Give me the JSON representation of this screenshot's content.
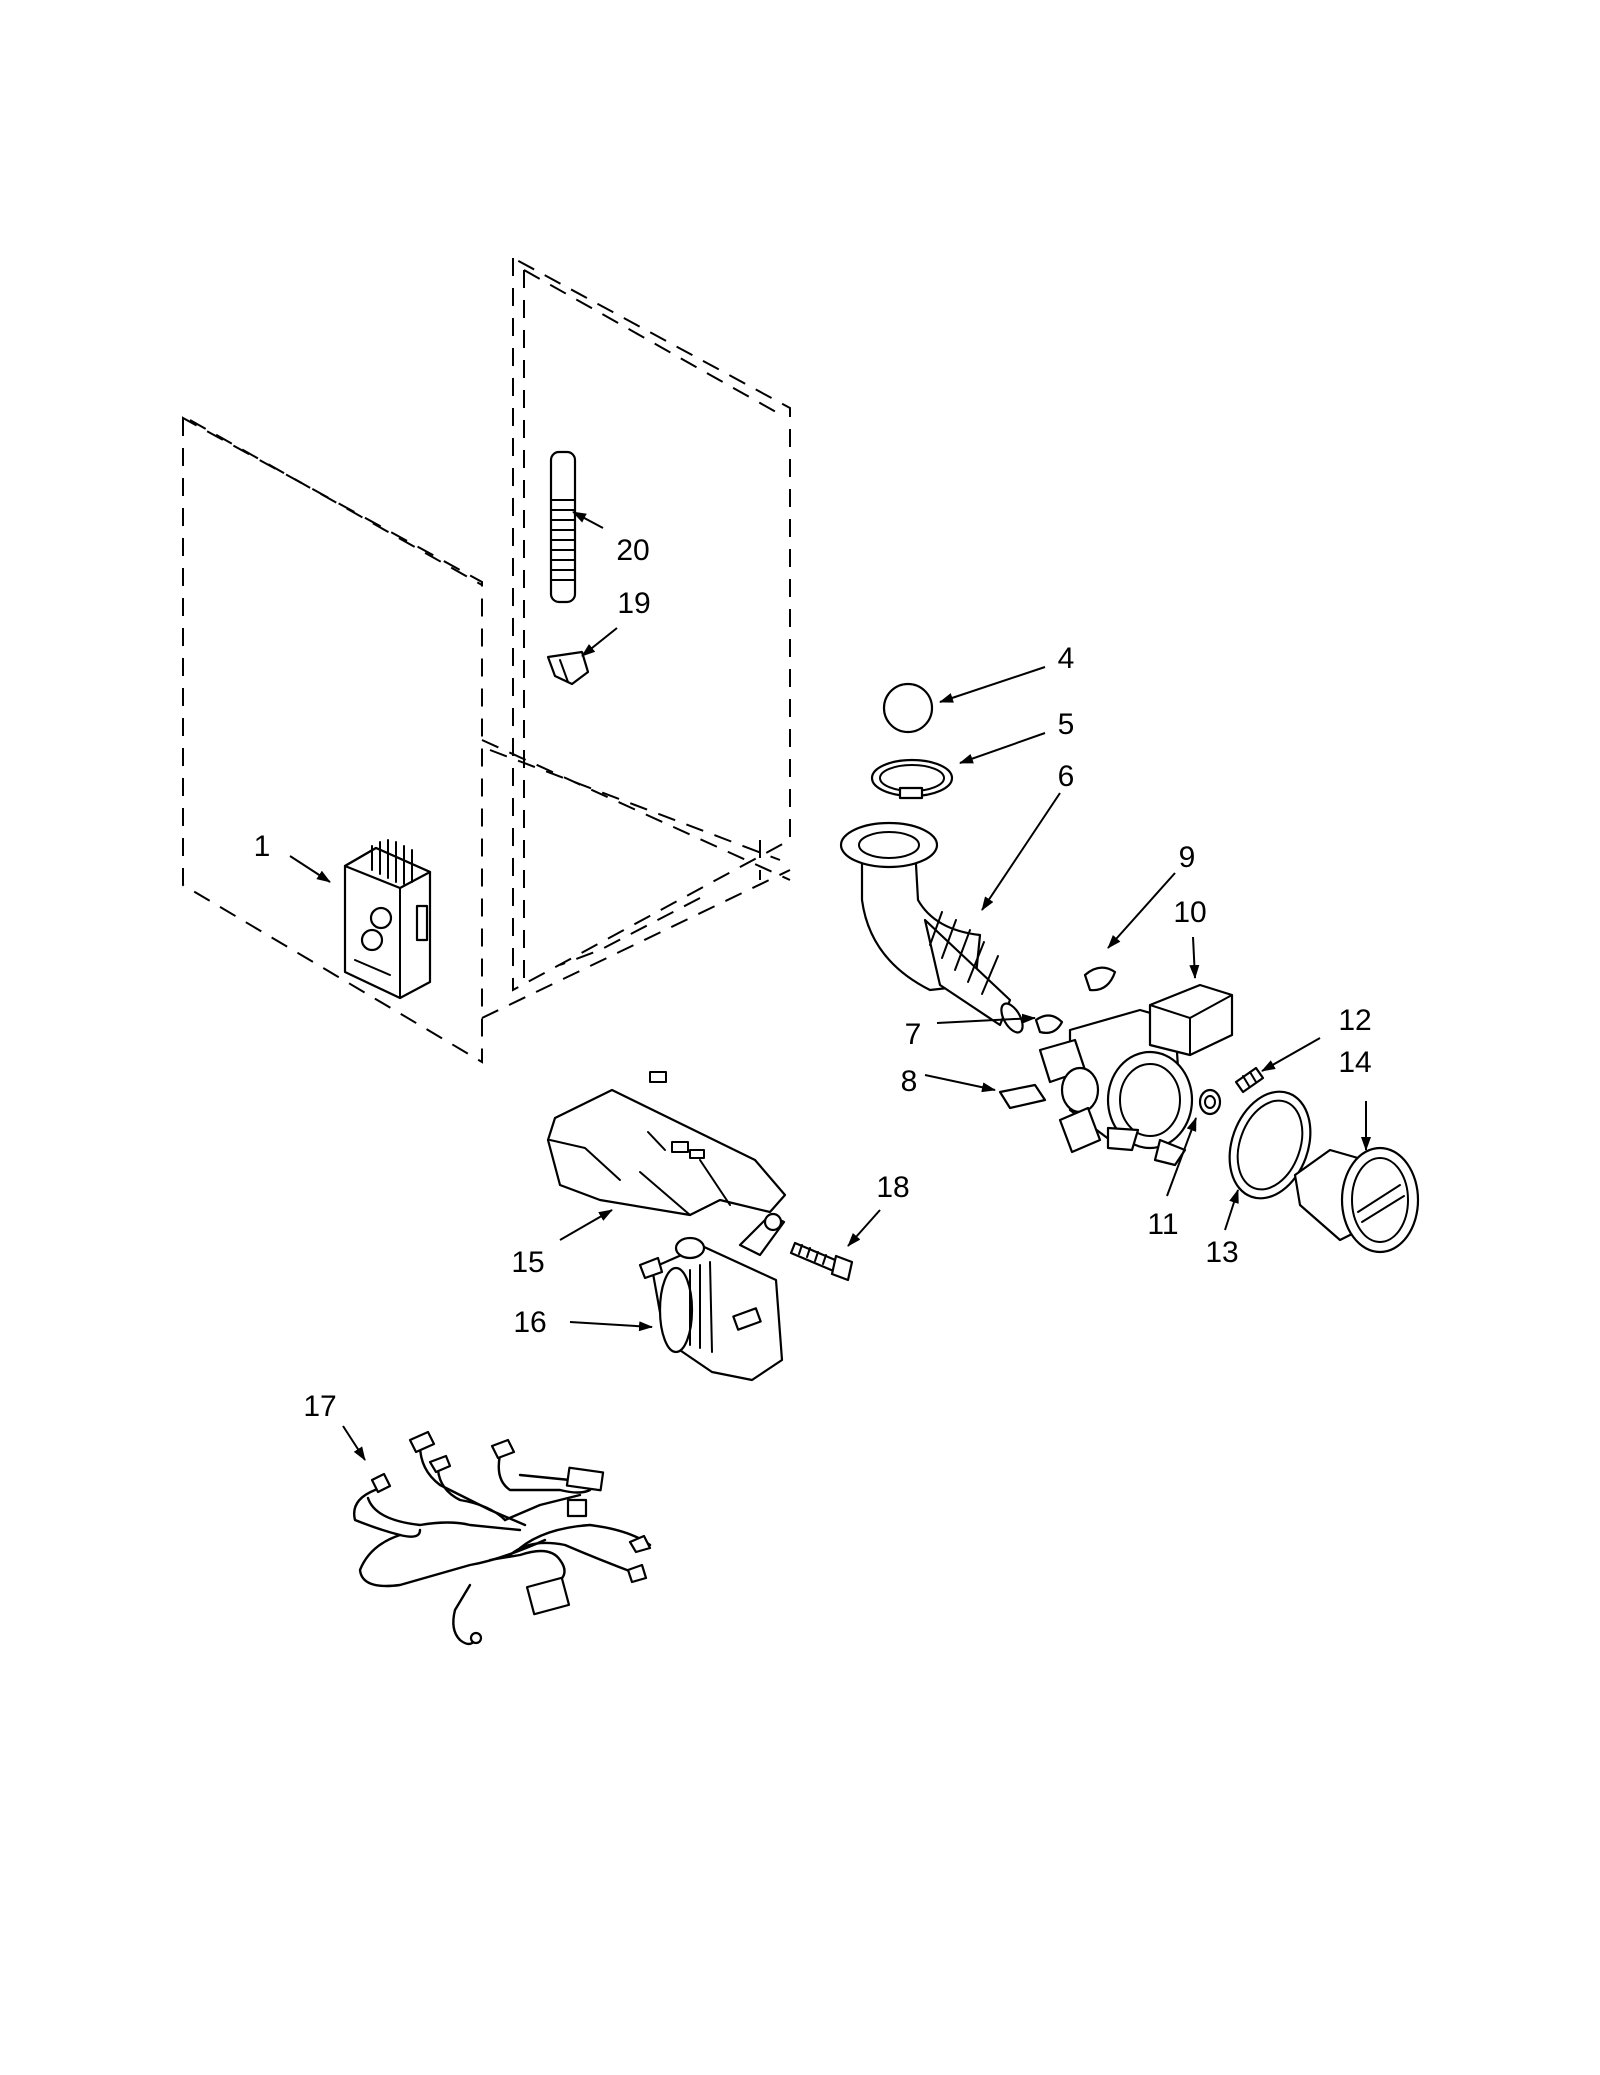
{
  "diagram": {
    "callouts": [
      {
        "id": "1",
        "label": "1"
      },
      {
        "id": "4",
        "label": "4"
      },
      {
        "id": "5",
        "label": "5"
      },
      {
        "id": "6",
        "label": "6"
      },
      {
        "id": "7",
        "label": "7"
      },
      {
        "id": "8",
        "label": "8"
      },
      {
        "id": "9",
        "label": "9"
      },
      {
        "id": "10",
        "label": "10"
      },
      {
        "id": "11",
        "label": "11"
      },
      {
        "id": "12",
        "label": "12"
      },
      {
        "id": "13",
        "label": "13"
      },
      {
        "id": "14",
        "label": "14"
      },
      {
        "id": "15",
        "label": "15"
      },
      {
        "id": "16",
        "label": "16"
      },
      {
        "id": "17",
        "label": "17"
      },
      {
        "id": "18",
        "label": "18"
      },
      {
        "id": "19",
        "label": "19"
      },
      {
        "id": "20",
        "label": "20"
      }
    ]
  }
}
